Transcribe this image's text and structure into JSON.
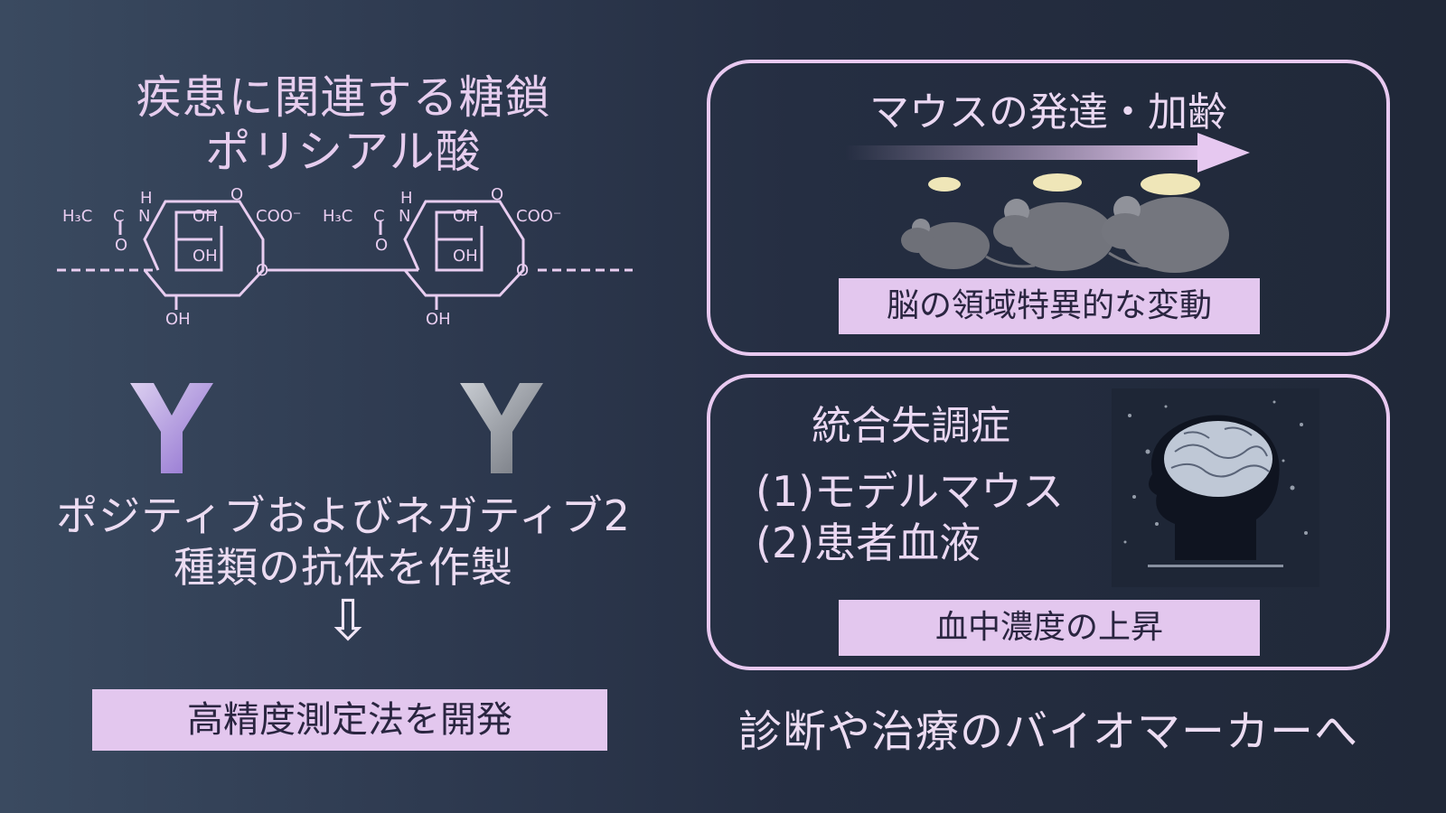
{
  "left": {
    "title_line1": "疾患に関連する糖鎖",
    "title_line2": "ポリシアル酸",
    "molecule": {
      "h3c": "H₃C",
      "dash": "C",
      "n": "N",
      "h": "H",
      "o": "O",
      "oh": "OH",
      "coo": "COO⁻"
    },
    "antibody_text_line1": "ポジティブおよびネガティブ2",
    "antibody_text_line2": "種類の抗体を作製",
    "arrow_glyph": "⇩",
    "result_box": "高精度測定法を開発"
  },
  "top_panel": {
    "heading": "マウスの発達・加齢",
    "result_box": "脳の領域特異的な変動"
  },
  "bottom_panel": {
    "heading": "統合失調症",
    "item1": "(1)モデルマウス",
    "item2": "(2)患者血液",
    "result_box": "血中濃度の上昇"
  },
  "footer": "診断や治療のバイオマーカーへ",
  "colors": {
    "accent_lavender": "#e3c7ee",
    "antibody_positive": "#a88cd8",
    "antibody_negative": "#8a8e96"
  },
  "icons": {
    "mouse": "mouse-icon",
    "brain": "brain-head-icon",
    "antibody": "antibody-y-icon",
    "arrow": "down-arrow-icon"
  }
}
